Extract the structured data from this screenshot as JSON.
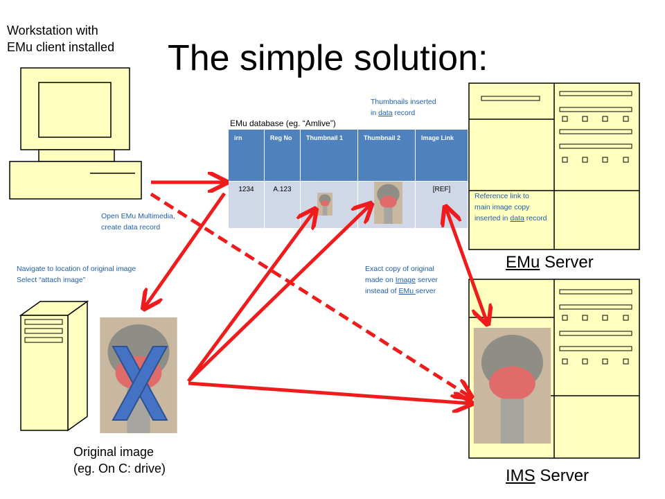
{
  "title": "The simple solution:",
  "workstation": {
    "label_line1": "Workstation with",
    "label_line2": "EMu client installed"
  },
  "original": {
    "label_line1": "Original image",
    "label_line2": "(eg. On C: drive)"
  },
  "emu_server": {
    "name_underlined": "EMu",
    "name_rest": " Server"
  },
  "ims_server": {
    "name_underlined": "IMS",
    "name_rest": " Server"
  },
  "db": {
    "caption": "EMu database (eg. “Amlive”)",
    "headers": [
      "irn",
      "Reg No",
      "Thumbnail 1",
      "Thumbnail 2",
      "Image Link"
    ],
    "row": {
      "irn": "1234",
      "reg_no": "A.123",
      "image_link": "[REF]"
    }
  },
  "notes": {
    "thumbnails_l1": "Thumbnails inserted",
    "thumbnails_l2_pre": "in ",
    "thumbnails_l2_link": "data",
    "thumbnails_l2_post": " record",
    "open_emu_l1": "Open EMu Multimedia,",
    "open_emu_l2": "create data record",
    "navigate_l1": "Navigate to location of original image",
    "navigate_l2": "Select “attach image”",
    "reference_l1": "Reference link to",
    "reference_l2": "main image copy",
    "reference_l3_pre": "inserted in ",
    "reference_l3_link": "data",
    "reference_l3_post": " record",
    "exact_l1": "Exact copy of original",
    "exact_l2_pre": "made on ",
    "exact_l2_link": "Image",
    "exact_l2_post": " server",
    "exact_l3_pre": "instead of ",
    "exact_l3_link": "EMu ",
    "exact_l3_post": "server"
  },
  "colors": {
    "arrow": "#ee1c1c",
    "beige": "#ffffc0",
    "cross": "#4472c4",
    "table_header": "#4f81bd",
    "table_row": "#d0d8e8",
    "note_text": "#1f5fa8"
  }
}
